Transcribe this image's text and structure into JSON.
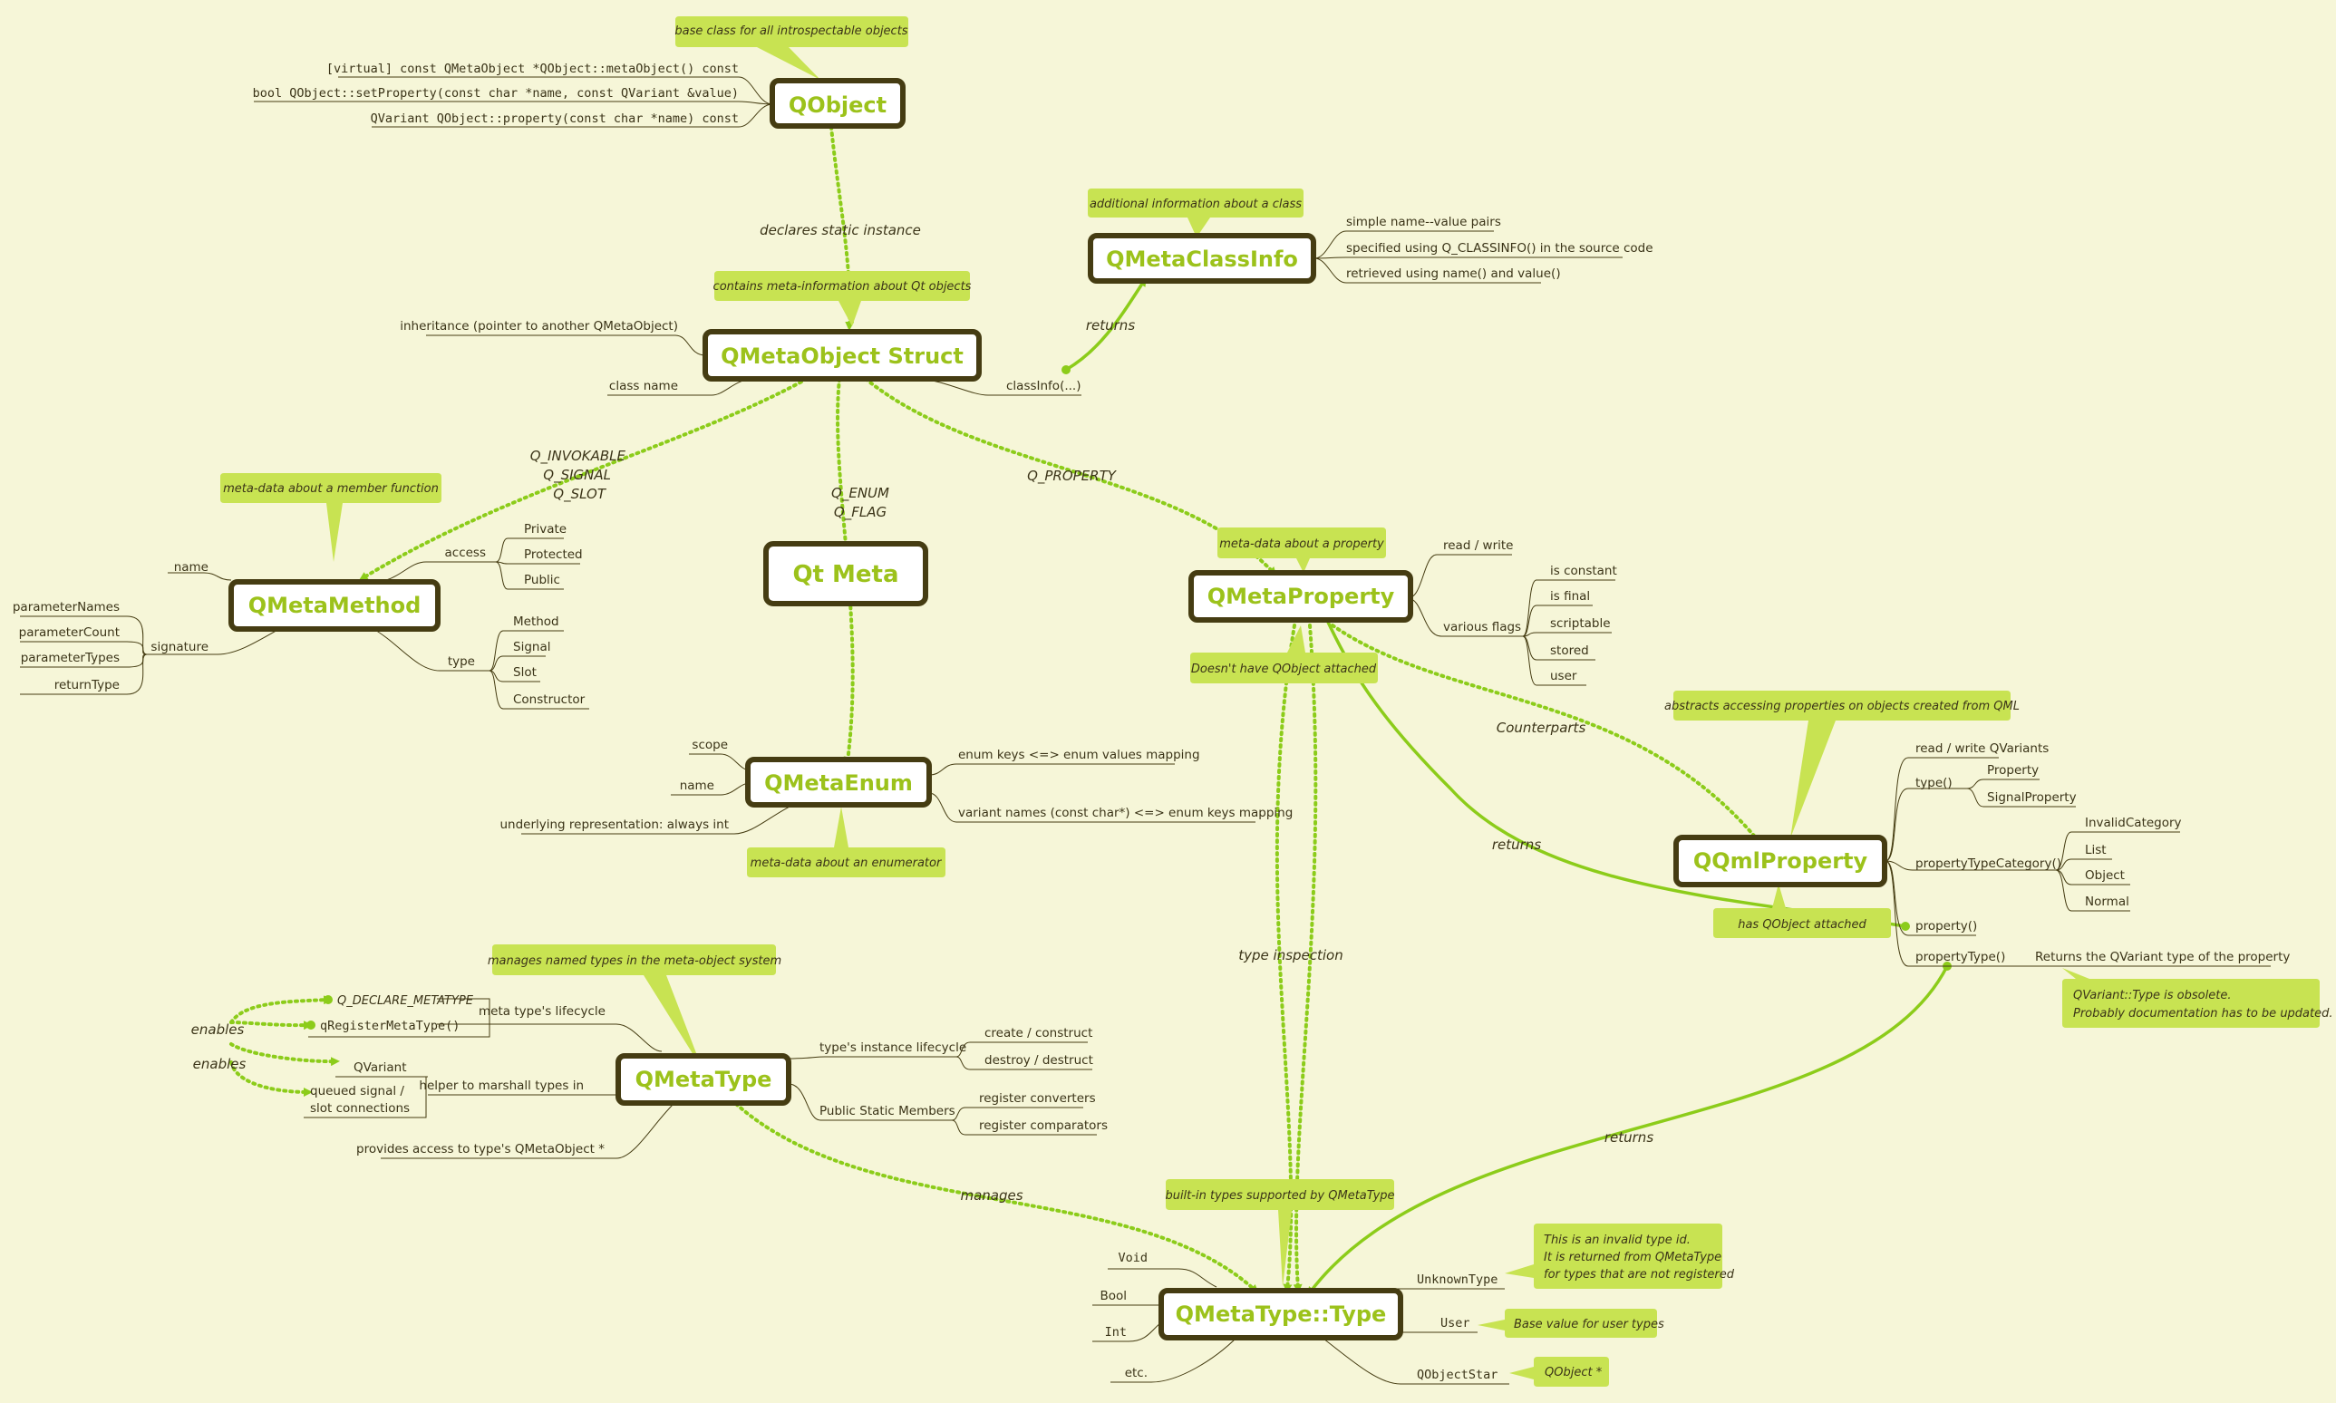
{
  "nodes": {
    "qobject": "QObject",
    "qmetaobject": "QMetaObject Struct",
    "qmetaclassinfo": "QMetaClassInfo",
    "qmetamethod": "QMetaMethod",
    "qtmeta": "Qt Meta",
    "qmetaproperty": "QMetaProperty",
    "qmetaenum": "QMetaEnum",
    "qqmlproperty": "QQmlProperty",
    "qmetatype": "QMetaType",
    "qmetatypetype": "QMetaType::Type"
  },
  "callouts": {
    "qobject": "base class for all introspectable objects",
    "classinfo": "additional information about a class",
    "metaobject": "contains meta-information about Qt objects",
    "method": "meta-data about a member function",
    "property": "meta-data about a property",
    "property_noqobject": "Doesn't have QObject attached",
    "qml": "abstracts accessing properties on objects created from QML",
    "qml_hasqobject": "has QObject attached",
    "enum": "meta-data about an enumerator",
    "metatype": "manages named types in the meta-object system",
    "builtin": "built-in types supported by QMetaType",
    "invalid_1": "This is an invalid type id.",
    "invalid_2": "It is returned from QMetaType",
    "invalid_3": "for types that are not registered",
    "user": "Base value for user types",
    "qobjectstar": "QObject *",
    "obsolete_1": "QVariant::Type is obsolete.",
    "obsolete_2": "Probably documentation has to be updated."
  },
  "edges": {
    "declares": "declares static instance",
    "returns_classinfo": "returns",
    "invokable": "Q_INVOKABLE",
    "signal": "Q_SIGNAL",
    "slot": "Q_SLOT",
    "qenum": "Q_ENUM",
    "qflag": "Q_FLAG",
    "qproperty": "Q_PROPERTY",
    "counterparts": "Counterparts",
    "returns_property": "returns",
    "type_inspection": "type inspection",
    "returns_type": "returns",
    "manages": "manages",
    "enables1": "enables",
    "enables2": "enables"
  },
  "qobject_members": [
    "[virtual] const QMetaObject *QObject::metaObject() const",
    "bool QObject::setProperty(const char *name, const QVariant &value)",
    "QVariant QObject::property(const char *name) const"
  ],
  "classinfo_items": [
    "simple name--value pairs",
    "specified using Q_CLASSINFO() in the source code",
    "retrieved using name() and value()"
  ],
  "metaobject_items": {
    "inheritance": "inheritance (pointer to another QMetaObject)",
    "classname": "class name",
    "classinfo": "classInfo(...)"
  },
  "method": {
    "name": "name",
    "access": "access",
    "access_items": [
      "Private",
      "Protected",
      "Public"
    ],
    "signature": "signature",
    "signature_items": [
      "parameterNames",
      "parameterCount",
      "parameterTypes",
      "returnType"
    ],
    "type": "type",
    "type_items": [
      "Method",
      "Signal",
      "Slot",
      "Constructor"
    ]
  },
  "property": {
    "readwrite": "read / write",
    "flags": "various flags",
    "flag_items": [
      "is constant",
      "is final",
      "scriptable",
      "stored",
      "user"
    ]
  },
  "enum": {
    "scope": "scope",
    "name": "name",
    "underlying": "underlying representation: always int",
    "keys": "enum keys <=> enum values mapping",
    "names": "variant names (const char*) <=> enum keys mapping"
  },
  "qml": {
    "readwrite": "read / write QVariants",
    "type": "type()",
    "type_items": [
      "Property",
      "SignalProperty"
    ],
    "category": "propertyTypeCategory()",
    "category_items": [
      "InvalidCategory",
      "List",
      "Object",
      "Normal"
    ],
    "property": "property()",
    "propertytype": "propertyType()",
    "propertytype_desc": "Returns the QVariant type of the property"
  },
  "metatype": {
    "lifecycle": "meta type's lifecycle",
    "declare": "Q_DECLARE_METATYPE",
    "register": "qRegisterMetaType()",
    "marshall": "helper to marshall types in",
    "qvariant": "QVariant",
    "queued_1": "queued signal /",
    "queued_2": "slot connections",
    "provides": "provides access to type's QMetaObject *",
    "instance": "type's instance lifecycle",
    "instance_items": [
      "create / construct",
      "destroy / destruct"
    ],
    "static": "Public Static Members",
    "static_items": [
      "register converters",
      "register comparators"
    ]
  },
  "metatypetype": {
    "left": [
      "Void",
      "Bool",
      "Int",
      "etc."
    ],
    "unknown": "UnknownType",
    "user": "User",
    "qobjectstar": "QObjectStar"
  },
  "colors": {
    "background": "#f6f6d8",
    "node_border": "#453c12",
    "title": "#9cc21b",
    "callout": "#c8e352",
    "connector": "#8ccc1a"
  }
}
